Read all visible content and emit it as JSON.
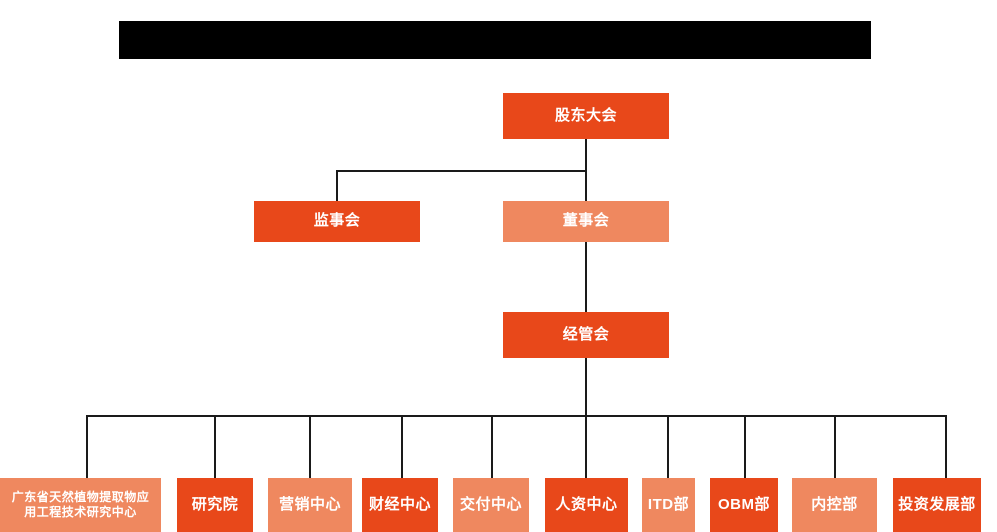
{
  "diagram": {
    "kind": "organization-chart",
    "title_bar": {
      "text": "",
      "redacted": true,
      "color": "#000000"
    },
    "colors": {
      "dark_orange": "#e8481a",
      "light_orange": "#ef885f",
      "line": "#1a1a1a",
      "text": "#ffffff",
      "background": "#ffffff"
    },
    "levels": [
      {
        "name": "governance-top",
        "nodes": [
          {
            "id": "shareholders-meeting",
            "label": "股东大会",
            "tone": "dark"
          }
        ]
      },
      {
        "name": "governance-second",
        "nodes": [
          {
            "id": "board-of-supervisors",
            "label": "监事会",
            "tone": "dark"
          },
          {
            "id": "board-of-directors",
            "label": "董事会",
            "tone": "light"
          }
        ]
      },
      {
        "name": "management",
        "nodes": [
          {
            "id": "management-committee",
            "label": "经管会",
            "tone": "dark"
          }
        ]
      },
      {
        "name": "departments",
        "nodes": [
          {
            "id": "research-center-guangdong",
            "label": "广东省天然植物提取物应用工程技术研究中心",
            "line1": "广东省天然植物提取物应",
            "line2": "用工程技术研究中心",
            "tone": "light"
          },
          {
            "id": "research-institute",
            "label": "研究院",
            "tone": "dark"
          },
          {
            "id": "marketing-center",
            "label": "营销中心",
            "tone": "light"
          },
          {
            "id": "finance-center",
            "label": "财经中心",
            "tone": "dark"
          },
          {
            "id": "delivery-center",
            "label": "交付中心",
            "tone": "light"
          },
          {
            "id": "hr-center",
            "label": "人资中心",
            "tone": "dark"
          },
          {
            "id": "itd-department",
            "label": "ITD部",
            "tone": "light"
          },
          {
            "id": "obm-department",
            "label": "OBM部",
            "tone": "dark"
          },
          {
            "id": "internal-control-department",
            "label": "内控部",
            "tone": "light"
          },
          {
            "id": "investment-development-department",
            "label": "投资发展部",
            "tone": "dark"
          }
        ]
      }
    ]
  }
}
